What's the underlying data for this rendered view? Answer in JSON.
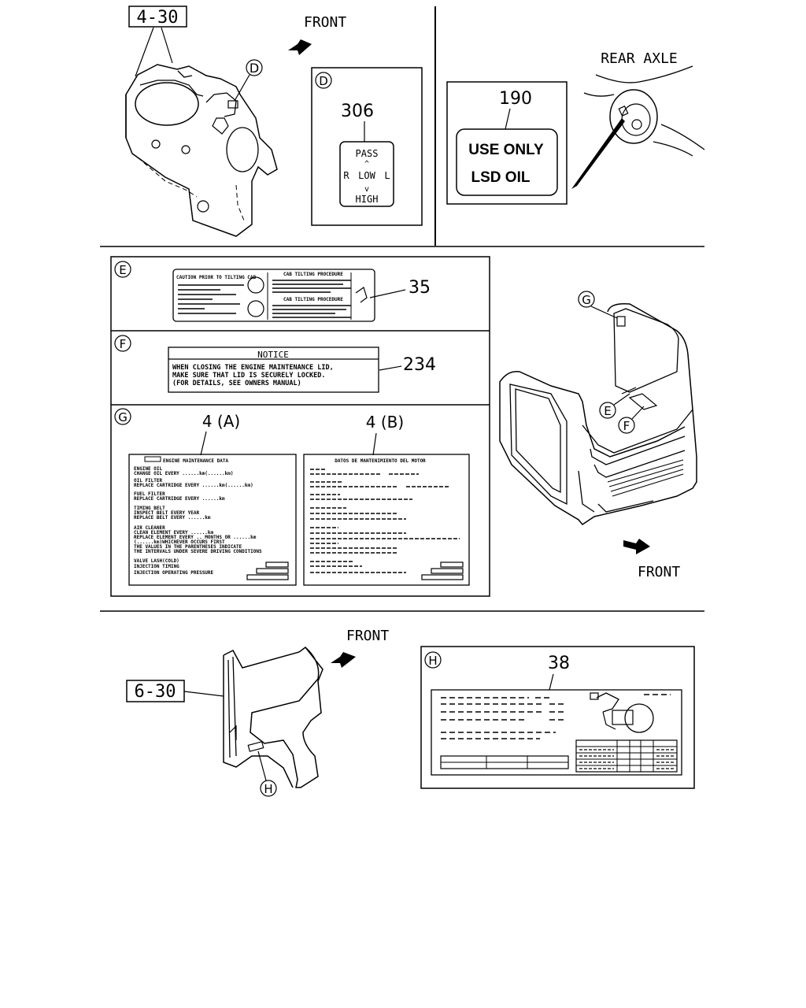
{
  "diagram": {
    "top_left": {
      "ref": "4-30",
      "callout": "D",
      "direction": "FRONT"
    },
    "label_d": {
      "letter": "D",
      "part_no": "306",
      "lines": [
        "PASS",
        "^",
        "R",
        "LOW",
        "L",
        "v",
        "HIGH"
      ]
    },
    "rear_axle": {
      "title": "REAR AXLE",
      "part_no": "190",
      "label_lines": [
        "USE ONLY",
        "LSD OIL"
      ]
    },
    "label_e": {
      "letter": "E",
      "part_no": "35",
      "small_texts": [
        "CAUTION PRIOR TO TILTING CAB",
        "CAB TILTING PROCEDURE",
        "CAB TILTING PROCEDURE"
      ]
    },
    "label_f": {
      "letter": "F",
      "part_no": "234",
      "heading": "NOTICE",
      "lines": [
        "WHEN CLOSING THE ENGINE MAINTENANCE LID,",
        "MAKE SURE THAT LID IS SECURELY LOCKED.",
        "(FOR DETAILS, SEE OWNERS MANUAL)"
      ]
    },
    "label_g": {
      "letter": "G",
      "part_a": "4 (A)",
      "part_b": "4 (B)",
      "a_title": "ENGINE MAINTENANCE DATA",
      "a_lines": [
        "ENGINE OIL",
        "CHANGE OIL EVERY ......km(......km)",
        "OIL FILTER",
        "REPLACE CARTRIDGE EVERY ......km(......km)",
        "FUEL FILTER",
        "REPLACE CARTRIDGE EVERY ......km",
        "TIMING BELT",
        "INSPECT BELT EVERY YEAR",
        "REPLACE BELT EVERY ......km",
        "AIR CLEANER",
        "CLEAN ELEMENT EVERY ......km",
        "REPLACE ELEMENT EVERY .. MONTHS OR ......km",
        "(......km)WHICHEVER OCCURS FIRST",
        "THE VALUES IN THE PARENTHESES INDICATE",
        "THE INTERVALS UNDER SEVERE DRIVING CONDITIONS",
        "VALVE LASH(COLD)",
        "INJECTION TIMING",
        "INJECTION OPERATING PRESSURE"
      ],
      "b_title": "DATOS DE MANTENIMIENTO DEL MOTOR"
    },
    "cab": {
      "callouts": [
        "G",
        "E",
        "F"
      ],
      "direction": "FRONT"
    },
    "bottom_left": {
      "ref": "6-30",
      "callout": "H",
      "direction": "FRONT"
    },
    "label_h": {
      "letter": "H",
      "part_no": "38"
    }
  }
}
